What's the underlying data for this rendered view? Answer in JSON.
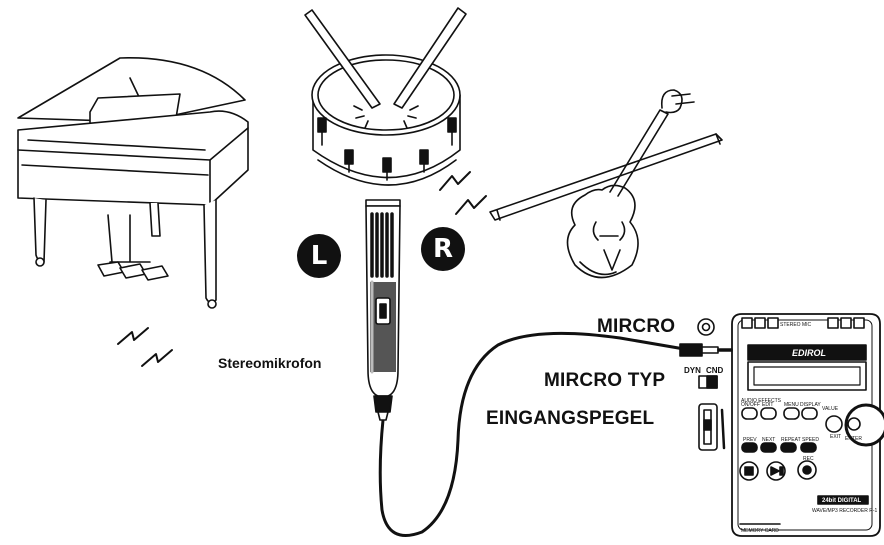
{
  "labels": {
    "stereo_mic": "Stereomikrofon",
    "mic_jack": "MIRCRO",
    "mic_type": "MIRCRO TYP",
    "input_level": "EINGANGSPEGEL"
  },
  "channels": {
    "left": "L",
    "right": "R"
  },
  "switch": {
    "dyn": "DYN",
    "cnd": "CND"
  },
  "recorder": {
    "brand": "EDIROL",
    "stereo_mic": "STEREO MIC",
    "audio_effects": "AUDIO EFFECTS",
    "onoff": "ON/OFF",
    "edit": "EDIT",
    "menu": "MENU",
    "display": "DISPLAY",
    "value": "VALUE",
    "exit": "EXIT",
    "enter": "ENTER",
    "prev": "PREV",
    "next": "NEXT",
    "repeat": "REPEAT",
    "speed": "SPEED",
    "rec": "REC",
    "digital": "24bit DIGITAL",
    "model": "WAVE/MP3 RECORDER R-1",
    "memory_card": "MEMORY CARD"
  },
  "icons": [
    "grand-piano-icon",
    "snare-drum-icon",
    "violin-icon",
    "stereo-microphone-icon",
    "sound-wave-icon",
    "portable-recorder-icon"
  ],
  "colors": {
    "ink": "#111111",
    "paper": "#ffffff"
  }
}
